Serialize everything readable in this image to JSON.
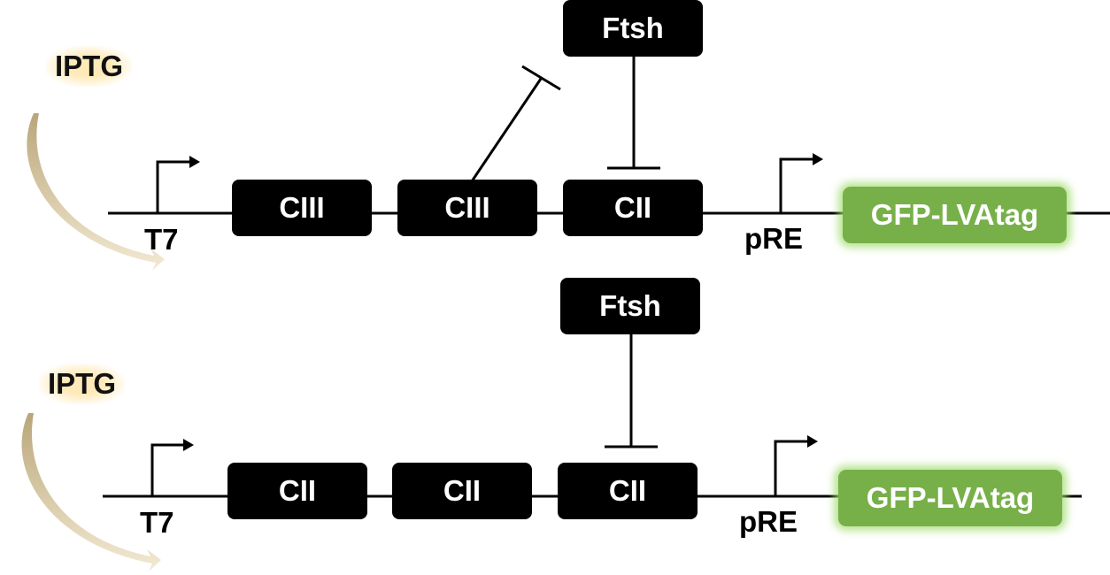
{
  "colors": {
    "line": "#000000",
    "gene_box": "#000000",
    "gene_text": "#ffffff",
    "reporter": "#77b049",
    "reporter_glow": "#a8e07a",
    "inducer_glow": "#ffe8b4",
    "curved_arrow": "#c9b98f"
  },
  "circuit_1": {
    "inducer": "IPTG",
    "promoter_1": "T7",
    "genes": [
      "CIII",
      "CIII",
      "CII"
    ],
    "protease": "Ftsh",
    "promoter_2": "pRE",
    "reporter": "GFP-LVAtag"
  },
  "circuit_2": {
    "inducer": "IPTG",
    "promoter_1": "T7",
    "genes": [
      "CII",
      "CII",
      "CII"
    ],
    "protease": "Ftsh",
    "promoter_2": "pRE",
    "reporter": "GFP-LVAtag"
  }
}
